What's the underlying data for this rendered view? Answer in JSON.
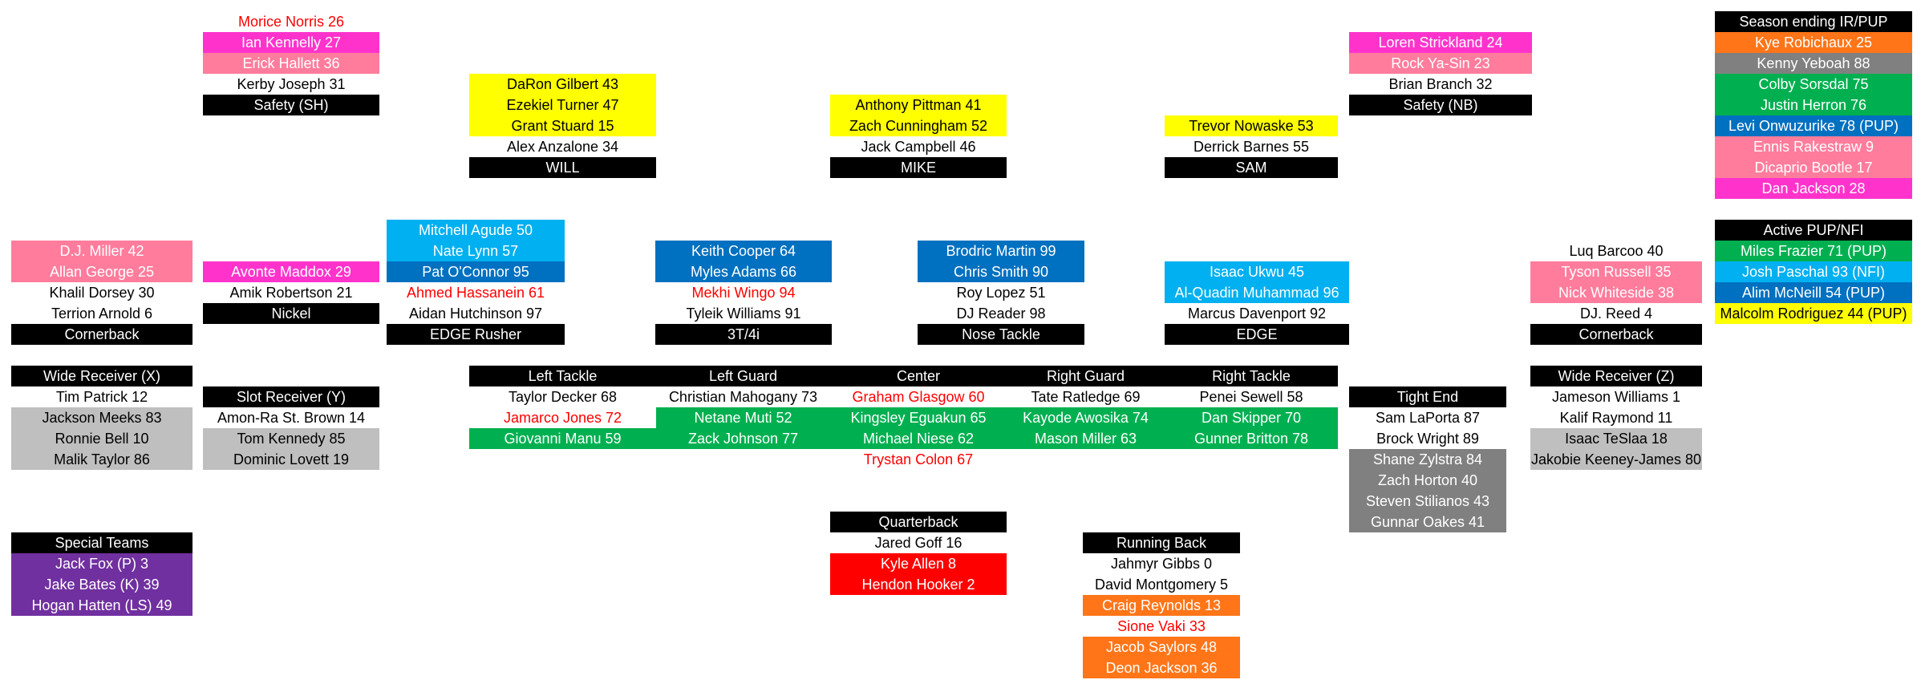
{
  "colors": {
    "black": "#000000",
    "white": "#ffffff",
    "red_text": "#ff0000",
    "magenta": "#ff33cc",
    "pink": "#ff7c9c",
    "yellow": "#ffff00",
    "sky_blue": "#00b0f0",
    "blue": "#0070c0",
    "green": "#00b050",
    "gray": "#bfbfbf",
    "dark_gray": "#808080",
    "orange": "#ff7518",
    "purple": "#7030a0",
    "red_fill": "#ff0000"
  },
  "blocks": [
    {
      "id": "safety-sh",
      "rows": [
        {
          "text": "Morice Norris 26",
          "style": "red"
        },
        {
          "text": "Ian Kennelly 27",
          "style": "magenta"
        },
        {
          "text": "Erick Hallett 36",
          "style": "pink"
        },
        {
          "text": "Kerby Joseph 31",
          "style": "plain"
        },
        {
          "text": "Safety (SH)",
          "style": "header"
        }
      ]
    },
    {
      "id": "will",
      "rows": [
        {
          "text": "DaRon Gilbert 43",
          "style": "yellow"
        },
        {
          "text": "Ezekiel Turner 47",
          "style": "yellow"
        },
        {
          "text": "Grant Stuard 15",
          "style": "yellow"
        },
        {
          "text": "Alex Anzalone 34",
          "style": "plain"
        },
        {
          "text": "WILL",
          "style": "header"
        }
      ]
    },
    {
      "id": "mike",
      "rows": [
        {
          "text": "Anthony Pittman 41",
          "style": "yellow"
        },
        {
          "text": "Zach Cunningham 52",
          "style": "yellow"
        },
        {
          "text": "Jack Campbell 46",
          "style": "plain"
        },
        {
          "text": "MIKE",
          "style": "header"
        }
      ]
    },
    {
      "id": "sam",
      "rows": [
        {
          "text": "Trevor Nowaske 53",
          "style": "yellow"
        },
        {
          "text": "Derrick Barnes 55",
          "style": "plain"
        },
        {
          "text": "SAM",
          "style": "header"
        }
      ]
    },
    {
      "id": "safety-nb",
      "rows": [
        {
          "text": "Loren Strickland 24",
          "style": "magenta"
        },
        {
          "text": "Rock Ya-Sin 23",
          "style": "pink"
        },
        {
          "text": "Brian Branch 32",
          "style": "plain"
        },
        {
          "text": "Safety (NB)",
          "style": "header"
        }
      ]
    },
    {
      "id": "season-ending-ir",
      "rows": [
        {
          "text": "Season ending IR/PUP",
          "style": "header"
        },
        {
          "text": "Kye Robichaux 25",
          "style": "orange"
        },
        {
          "text": "Kenny Yeboah 88",
          "style": "darkgray"
        },
        {
          "text": "Colby Sorsdal 75",
          "style": "green"
        },
        {
          "text": "Justin Herron 76",
          "style": "green"
        },
        {
          "text": "Levi Onwuzurike 78 (PUP)",
          "style": "blue"
        },
        {
          "text": "Ennis Rakestraw 9",
          "style": "pink"
        },
        {
          "text": "Dicaprio Bootle 17",
          "style": "pink"
        },
        {
          "text": "Dan Jackson 28",
          "style": "magenta"
        }
      ]
    },
    {
      "id": "active-pup",
      "rows": [
        {
          "text": "Active PUP/NFI",
          "style": "header"
        },
        {
          "text": "Miles Frazier 71 (PUP)",
          "style": "green"
        },
        {
          "text": "Josh Paschal 93 (NFI)",
          "style": "sky"
        },
        {
          "text": "Alim McNeill 54 (PUP)",
          "style": "blue"
        },
        {
          "text": "Malcolm Rodriguez 44 (PUP)",
          "style": "yellow"
        }
      ]
    },
    {
      "id": "cornerback-left",
      "rows": [
        {
          "text": "D.J. Miller 42",
          "style": "pink"
        },
        {
          "text": "Allan George 25",
          "style": "pink"
        },
        {
          "text": "Khalil Dorsey 30",
          "style": "plain"
        },
        {
          "text": "Terrion Arnold 6",
          "style": "plain"
        },
        {
          "text": "Cornerback",
          "style": "header"
        }
      ]
    },
    {
      "id": "nickel",
      "rows": [
        {
          "text": "Avonte Maddox 29",
          "style": "magenta"
        },
        {
          "text": "Amik Robertson 21",
          "style": "plain"
        },
        {
          "text": "Nickel",
          "style": "header"
        }
      ]
    },
    {
      "id": "edge-rusher",
      "rows": [
        {
          "text": "Mitchell Agude 50",
          "style": "sky"
        },
        {
          "text": "Nate Lynn 57",
          "style": "sky"
        },
        {
          "text": "Pat O'Connor 95",
          "style": "blue"
        },
        {
          "text": "Ahmed Hassanein 61",
          "style": "red"
        },
        {
          "text": "Aidan Hutchinson 97",
          "style": "plain"
        },
        {
          "text": "EDGE Rusher",
          "style": "header"
        }
      ]
    },
    {
      "id": "three-tech",
      "rows": [
        {
          "text": "Keith Cooper 64",
          "style": "blue"
        },
        {
          "text": "Myles Adams 66",
          "style": "blue"
        },
        {
          "text": "Mekhi Wingo 94",
          "style": "red"
        },
        {
          "text": "Tyleik Williams 91",
          "style": "plain"
        },
        {
          "text": "3T/4i",
          "style": "header"
        }
      ]
    },
    {
      "id": "nose-tackle",
      "rows": [
        {
          "text": "Brodric Martin 99",
          "style": "blue"
        },
        {
          "text": "Chris Smith 90",
          "style": "blue"
        },
        {
          "text": "Roy Lopez 51",
          "style": "plain"
        },
        {
          "text": "DJ Reader 98",
          "style": "plain"
        },
        {
          "text": "Nose Tackle",
          "style": "header"
        }
      ]
    },
    {
      "id": "edge",
      "rows": [
        {
          "text": "Isaac Ukwu 45",
          "style": "sky"
        },
        {
          "text": "Al-Quadin Muhammad 96",
          "style": "sky"
        },
        {
          "text": "Marcus Davenport 92",
          "style": "plain"
        },
        {
          "text": "EDGE",
          "style": "header"
        }
      ]
    },
    {
      "id": "cornerback-right",
      "rows": [
        {
          "text": "Luq Barcoo 40",
          "style": "plain"
        },
        {
          "text": "Tyson Russell 35",
          "style": "pink"
        },
        {
          "text": "Nick Whiteside 38",
          "style": "pink"
        },
        {
          "text": "DJ. Reed 4",
          "style": "plain"
        },
        {
          "text": "Cornerback",
          "style": "header"
        }
      ]
    },
    {
      "id": "wr-x",
      "rows": [
        {
          "text": "Wide Receiver (X)",
          "style": "header"
        },
        {
          "text": "Tim Patrick 12",
          "style": "plain"
        },
        {
          "text": "Jackson Meeks 83",
          "style": "gray"
        },
        {
          "text": "Ronnie Bell 10",
          "style": "gray"
        },
        {
          "text": "Malik Taylor 86",
          "style": "gray"
        }
      ]
    },
    {
      "id": "wr-slot",
      "rows": [
        {
          "text": "Slot Receiver (Y)",
          "style": "header"
        },
        {
          "text": "Amon-Ra St. Brown 14",
          "style": "plain"
        },
        {
          "text": "Tom Kennedy 85",
          "style": "gray"
        },
        {
          "text": "Dominic Lovett 19",
          "style": "gray"
        }
      ]
    },
    {
      "id": "left-tackle",
      "rows": [
        {
          "text": "Left Tackle",
          "style": "header"
        },
        {
          "text": "Taylor Decker 68",
          "style": "plain"
        },
        {
          "text": "Jamarco Jones 72",
          "style": "red"
        },
        {
          "text": "Giovanni Manu 59",
          "style": "green"
        }
      ]
    },
    {
      "id": "left-guard",
      "rows": [
        {
          "text": "Left Guard",
          "style": "header"
        },
        {
          "text": "Christian Mahogany 73",
          "style": "plain"
        },
        {
          "text": "Netane Muti 52",
          "style": "green"
        },
        {
          "text": "Zack Johnson 77",
          "style": "green"
        }
      ]
    },
    {
      "id": "center",
      "rows": [
        {
          "text": "Center",
          "style": "header"
        },
        {
          "text": "Graham Glasgow 60",
          "style": "red"
        },
        {
          "text": "Kingsley Eguakun 65",
          "style": "green"
        },
        {
          "text": "Michael Niese 62",
          "style": "green"
        },
        {
          "text": "Trystan Colon 67",
          "style": "red"
        }
      ]
    },
    {
      "id": "right-guard",
      "rows": [
        {
          "text": "Right Guard",
          "style": "header"
        },
        {
          "text": "Tate Ratledge 69",
          "style": "plain"
        },
        {
          "text": "Kayode Awosika 74",
          "style": "green"
        },
        {
          "text": "Mason Miller 63",
          "style": "green"
        }
      ]
    },
    {
      "id": "right-tackle",
      "rows": [
        {
          "text": "Right Tackle",
          "style": "header"
        },
        {
          "text": "Penei Sewell 58",
          "style": "plain"
        },
        {
          "text": "Dan Skipper 70",
          "style": "green"
        },
        {
          "text": "Gunner Britton 78",
          "style": "green"
        }
      ]
    },
    {
      "id": "tight-end",
      "rows": [
        {
          "text": "Tight End",
          "style": "header"
        },
        {
          "text": "Sam LaPorta 87",
          "style": "plain"
        },
        {
          "text": "Brock Wright 89",
          "style": "plain"
        },
        {
          "text": "Shane Zylstra 84",
          "style": "darkgray"
        },
        {
          "text": "Zach Horton 40",
          "style": "darkgray"
        },
        {
          "text": "Steven Stilianos 43",
          "style": "darkgray"
        },
        {
          "text": "Gunnar Oakes 41",
          "style": "darkgray"
        }
      ]
    },
    {
      "id": "wr-z",
      "rows": [
        {
          "text": "Wide Receiver (Z)",
          "style": "header"
        },
        {
          "text": "Jameson Williams 1",
          "style": "plain"
        },
        {
          "text": "Kalif Raymond 11",
          "style": "plain"
        },
        {
          "text": "Isaac TeSlaa 18",
          "style": "gray"
        },
        {
          "text": "Jakobie Keeney-James 80",
          "style": "gray"
        }
      ]
    },
    {
      "id": "special-teams",
      "rows": [
        {
          "text": "Special Teams",
          "style": "header"
        },
        {
          "text": "Jack Fox (P) 3",
          "style": "purple"
        },
        {
          "text": "Jake Bates (K) 39",
          "style": "purple"
        },
        {
          "text": "Hogan Hatten (LS) 49",
          "style": "purple"
        }
      ]
    },
    {
      "id": "quarterback",
      "rows": [
        {
          "text": "Quarterback",
          "style": "header"
        },
        {
          "text": "Jared Goff 16",
          "style": "plain"
        },
        {
          "text": "Kyle Allen 8",
          "style": "redfill"
        },
        {
          "text": "Hendon Hooker 2",
          "style": "redfill"
        }
      ]
    },
    {
      "id": "running-back",
      "rows": [
        {
          "text": "Running Back",
          "style": "header"
        },
        {
          "text": "Jahmyr Gibbs 0",
          "style": "plain"
        },
        {
          "text": "David Montgomery 5",
          "style": "plain"
        },
        {
          "text": "Craig Reynolds 13",
          "style": "orange"
        },
        {
          "text": "Sione Vaki 33",
          "style": "red"
        },
        {
          "text": "Jacob Saylors 48",
          "style": "orange"
        },
        {
          "text": "Deon Jackson 36",
          "style": "orange"
        }
      ]
    }
  ]
}
